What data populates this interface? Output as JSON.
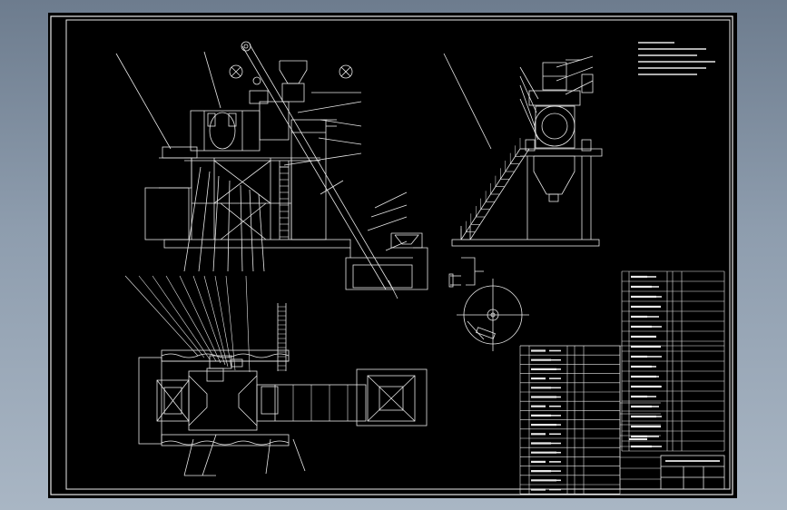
{
  "drawing": {
    "background_color": "#000000",
    "line_color": "#e8e8e8",
    "views": [
      "elevation-view",
      "side-view",
      "plan-view",
      "detail-view"
    ],
    "tech_notes_lines": 6,
    "parts_list_rows": 18,
    "title_block_rows": 16,
    "leader_count_top": 12,
    "leader_count_plan": 10
  }
}
